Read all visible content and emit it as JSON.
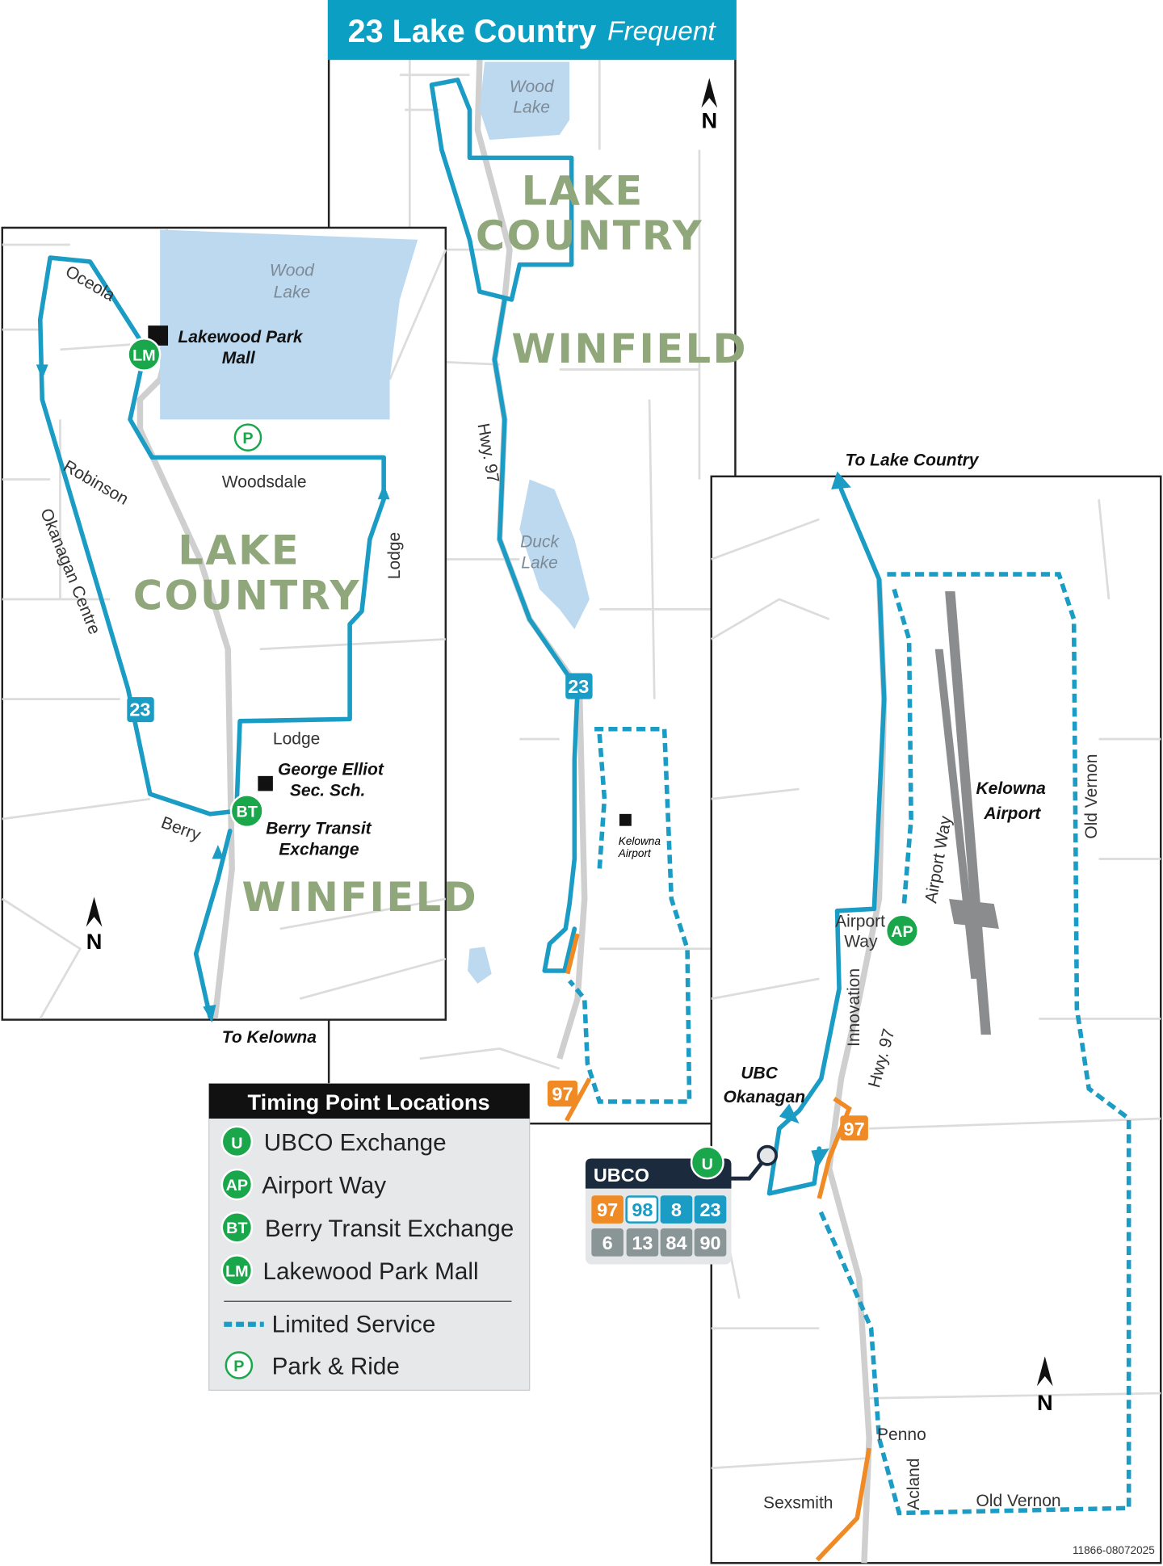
{
  "header": {
    "route_title": "23 Lake Country",
    "frequency": "Frequent"
  },
  "colors": {
    "route": "#1a9cc4",
    "timing_point": "#1aa64a",
    "rapid": "#f08a24",
    "place_name": "#8fa77a",
    "lake": "#bcd9f0",
    "header": "#0b9fc3"
  },
  "center_map": {
    "lakes": [
      "Wood Lake",
      "Duck Lake"
    ],
    "wood_lake": [
      "Wood",
      "Lake"
    ],
    "duck_lake": [
      "Duck",
      "Lake"
    ],
    "places": [
      "LAKE",
      "COUNTRY",
      "WINFIELD"
    ],
    "highway": "Hwy. 97",
    "route_badge": "23",
    "rapid_badge": "97",
    "airport": [
      "Kelowna",
      "Airport"
    ],
    "north": "N"
  },
  "left_map": {
    "wood_lake": [
      "Wood",
      "Lake"
    ],
    "places": [
      "LAKE",
      "COUNTRY",
      "WINFIELD"
    ],
    "streets": {
      "oceola": "Oceola",
      "robinson": "Robinson",
      "okanagan_centre": "Okanagan Centre",
      "woodsdale": "Woodsdale",
      "lodge_v": "Lodge",
      "lodge_h": "Lodge",
      "berry": "Berry"
    },
    "poi": {
      "mall": [
        "Lakewood Park",
        "Mall"
      ],
      "school": [
        "George Elliot",
        "Sec. Sch."
      ],
      "exchange": [
        "Berry Transit",
        "Exchange"
      ]
    },
    "timing_points": {
      "lm": "LM",
      "bt": "BT"
    },
    "park_ride": "P",
    "route_badge": "23",
    "to_kelowna": "To Kelowna",
    "north": "N"
  },
  "right_map": {
    "to_lake_country": "To Lake Country",
    "airport": [
      "Kelowna",
      "Airport"
    ],
    "streets": {
      "airport_way_v": "Airport Way",
      "airport_way": [
        "Airport",
        "Way"
      ],
      "innovation": "Innovation",
      "hwy": "Hwy. 97",
      "old_vernon_v": "Old Vernon",
      "old_vernon": "Old Vernon",
      "penno": "Penno",
      "acland": "Acland",
      "sexsmith": "Sexsmith"
    },
    "ubc": [
      "UBC",
      "Okanagan"
    ],
    "timing_points": {
      "ap": "AP"
    },
    "rapid_badge": "97",
    "north": "N"
  },
  "ubco_box": {
    "title": "UBCO",
    "timing_point": "U",
    "routes_row1": [
      {
        "num": "97",
        "style": "orange"
      },
      {
        "num": "98",
        "style": "outline"
      },
      {
        "num": "8",
        "style": "blue"
      },
      {
        "num": "23",
        "style": "blue"
      }
    ],
    "routes_row2": [
      {
        "num": "6"
      },
      {
        "num": "13"
      },
      {
        "num": "84"
      },
      {
        "num": "90"
      }
    ]
  },
  "legend": {
    "title": "Timing Point Locations",
    "items": [
      {
        "code": "U",
        "label": "UBCO Exchange"
      },
      {
        "code": "AP",
        "label": "Airport Way"
      },
      {
        "code": "BT",
        "label": "Berry Transit Exchange"
      },
      {
        "code": "LM",
        "label": "Lakewood Park Mall"
      }
    ],
    "limited_service": "Limited Service",
    "park_ride_symbol": "P",
    "park_ride": "Park & Ride"
  },
  "footer_code": "11866-08072025"
}
